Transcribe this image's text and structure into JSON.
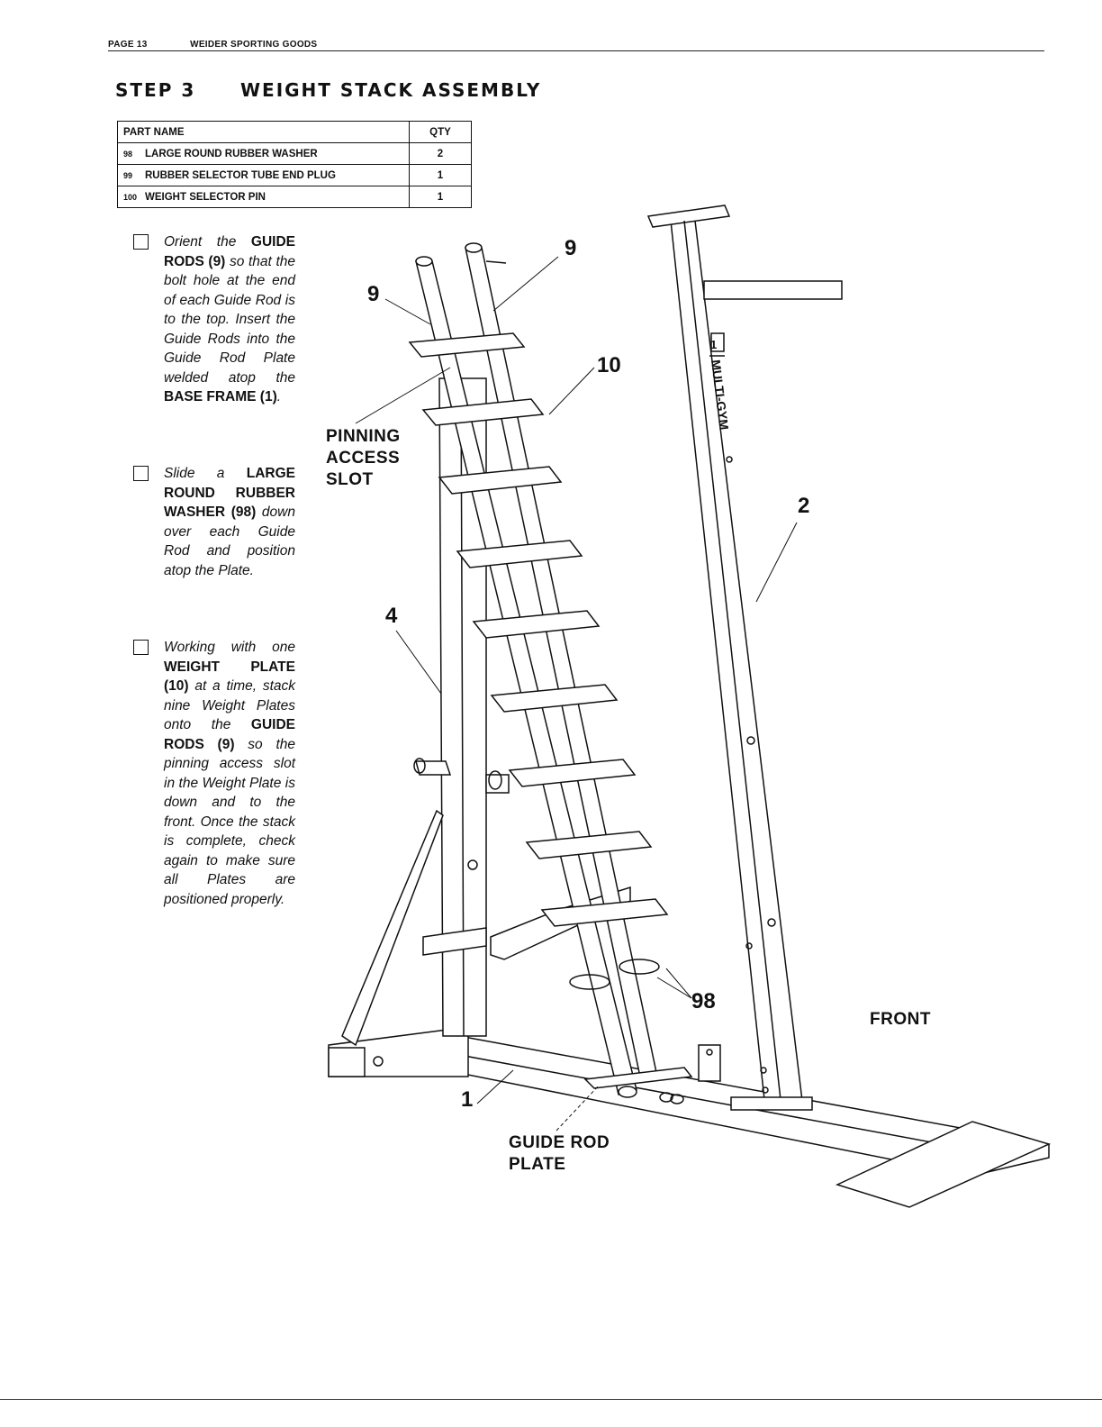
{
  "header": {
    "page": "PAGE 13",
    "company": "WEIDER SPORTING GOODS"
  },
  "step": {
    "number": "STEP 3",
    "title": "WEIGHT STACK ASSEMBLY"
  },
  "parts_table": {
    "headers": [
      "PART NAME",
      "QTY"
    ],
    "rows": [
      {
        "no": "98",
        "name": "LARGE ROUND RUBBER WASHER",
        "qty": "2"
      },
      {
        "no": "99",
        "name": "RUBBER SELECTOR TUBE END PLUG",
        "qty": "1"
      },
      {
        "no": "100",
        "name": "WEIGHT SELECTOR PIN",
        "qty": "1"
      }
    ]
  },
  "instructions": [
    {
      "t1": "Orient the ",
      "b1": "GUIDE RODS (9)",
      "t2": " so that the bolt hole at the end of each Guide Rod is to the top. Insert the Guide Rods into the Guide Rod Plate welded atop the ",
      "b2": "BASE FRAME (1)",
      "t3": "."
    },
    {
      "t1": "Slide a ",
      "b1": "LARGE ROUND RUBBER WASHER (98)",
      "t2": " down over each Guide Rod and position atop the Plate."
    },
    {
      "t1": "Working with one ",
      "b1": "WEIGHT PLATE (10)",
      "t2": " at a time, stack nine Weight Plates onto the ",
      "b2": "GUIDE RODS (9)",
      "t3": " so the pinning access slot in the Weight Plate is down and to the front. Once the stack is complete, check again to make sure all Plates are positioned properly."
    }
  ],
  "callouts": {
    "c9a": "9",
    "c9b": "9",
    "c10": "10",
    "c2": "2",
    "c4": "4",
    "c98": "98",
    "c1": "1"
  },
  "labels": {
    "pinning": [
      "PINNING",
      "ACCESS",
      "SLOT"
    ],
    "front": "FRONT",
    "guide_rod_plate": [
      "GUIDE ROD",
      "PLATE"
    ],
    "upright_decal": "MULTI-GYM",
    "decal_num": "1"
  }
}
